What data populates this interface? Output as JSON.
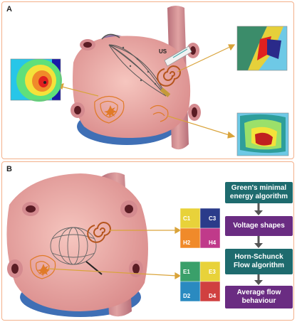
{
  "panels": {
    "a": {
      "label": "A",
      "us_label": "US"
    },
    "b": {
      "label": "B",
      "grid_top_labels": [
        "C1",
        "C3",
        "H2",
        "H4"
      ],
      "grid_bottom_labels": [
        "E1",
        "E3",
        "D2",
        "D4"
      ]
    }
  },
  "flowchart": {
    "step1": "Green's minimal energy algorithm",
    "step2": "Voltage shapes",
    "step3": "Horn-Schunck Flow algorithm",
    "step4": "Average flow behaviour"
  },
  "colors": {
    "border": "#f3b08a",
    "heart": "#e9a5a1",
    "vessel": "#c97f86",
    "purple_tissue": "#8e6fa2",
    "blue_base": "#3f6fb5",
    "arrow": "#d9a33a",
    "teal_box": "#1e6b6e",
    "purple_box": "#6a2c82"
  }
}
